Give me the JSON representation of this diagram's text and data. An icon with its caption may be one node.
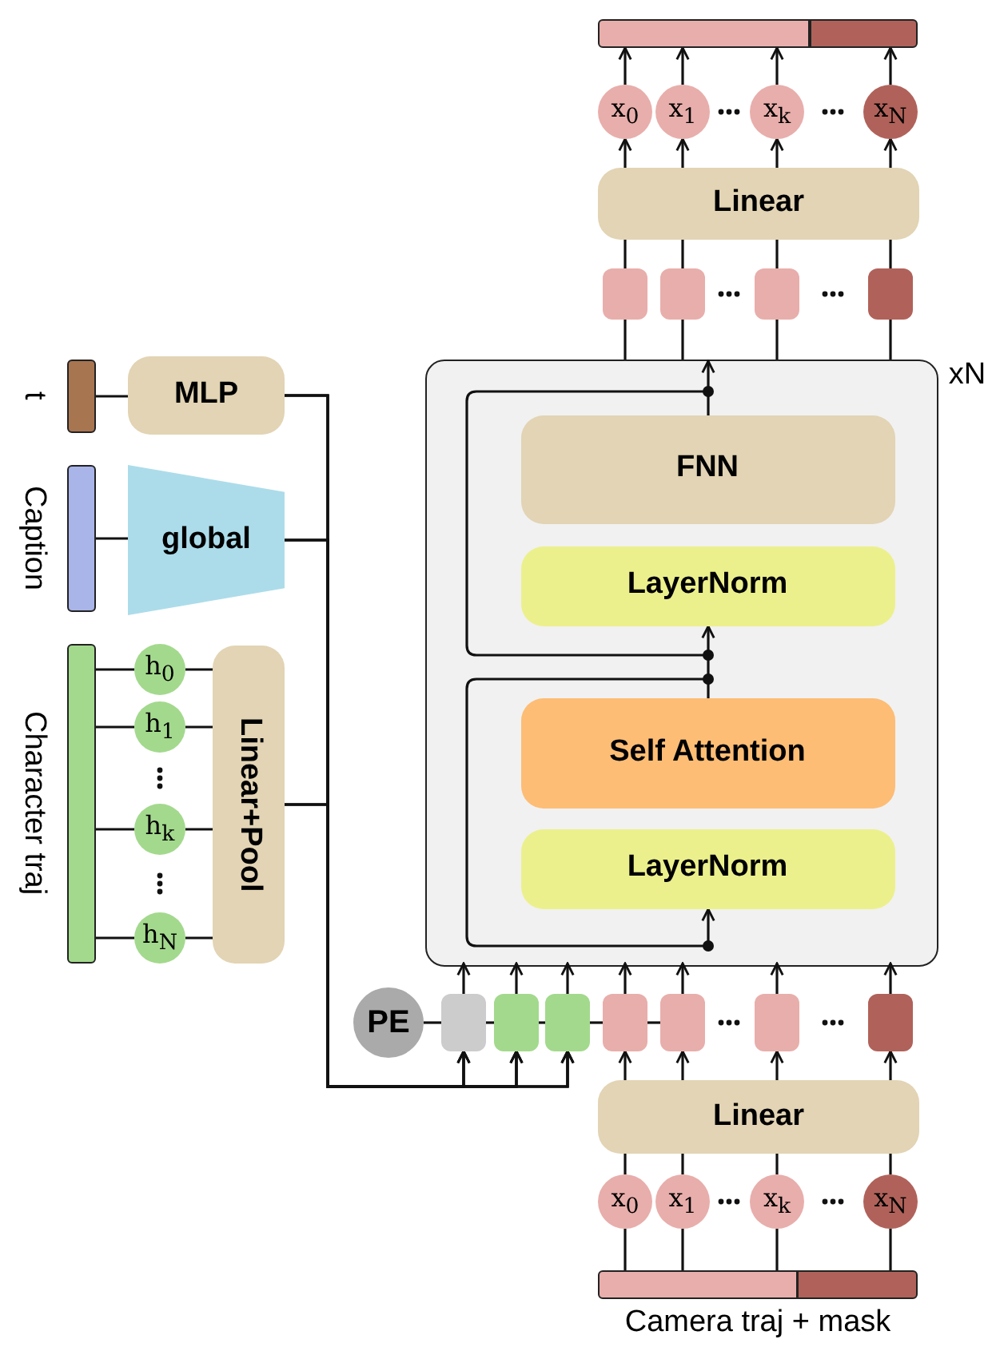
{
  "diagram": {
    "nodes": [
      {
        "text": [],
        "shape": "bar"
      },
      {
        "text": [
          "x$_{0}$"
        ]
      },
      {
        "text": [
          "x$_{1}$"
        ]
      },
      {
        "text": [
          "x$_{k}$"
        ]
      },
      {
        "text": [
          "x$_{N}$"
        ]
      },
      {
        "text": [
          "Linear"
        ]
      },
      {
        "text": [],
        "shape": "box"
      },
      {
        "text": [],
        "shape": "box"
      },
      {
        "text": [],
        "shape": "box"
      },
      {
        "text": [],
        "shape": "box"
      },
      {
        "text": [],
        "shape": "bar",
        "beside": [
          "t"
        ]
      },
      {
        "text": [
          "MLP"
        ]
      },
      {
        "text": [],
        "shape": "bar",
        "beside": [
          "Caption"
        ]
      },
      {
        "text": [
          "global"
        ]
      },
      {
        "text": [],
        "shape": "bar",
        "beside": [
          "Character traj"
        ]
      },
      {
        "text": [
          "h$_{0}$"
        ]
      },
      {
        "text": [
          "h$_{1}$"
        ]
      },
      {
        "text": [
          "h$_{k}$"
        ]
      },
      {
        "text": [
          "h$_{N}$"
        ]
      },
      {
        "text": [
          "Linear+Pool"
        ]
      },
      {
        "text": [],
        "shape": "box",
        "beside": [
          "xN"
        ]
      },
      {
        "text": [
          "FNN"
        ],
        "in": 20
      },
      {
        "text": [
          "LayerNorm"
        ],
        "in": 20
      },
      {
        "text": [
          "Self Attention"
        ],
        "in": 20
      },
      {
        "text": [
          "LayerNorm"
        ],
        "in": 20
      },
      {
        "text": [
          "PE"
        ]
      },
      {
        "text": [],
        "shape": "box"
      },
      {
        "text": [],
        "shape": "box"
      },
      {
        "text": [],
        "shape": "box"
      },
      {
        "text": [],
        "shape": "box"
      },
      {
        "text": [],
        "shape": "box"
      },
      {
        "text": [],
        "shape": "box"
      },
      {
        "text": [],
        "shape": "box"
      },
      {
        "text": [
          "Linear"
        ]
      },
      {
        "text": [
          "x$_{0}$"
        ]
      },
      {
        "text": [
          "x$_{1}$"
        ]
      },
      {
        "text": [
          "x$_{k}$"
        ]
      },
      {
        "text": [
          "x$_{N}$"
        ]
      },
      {
        "text": [],
        "shape": "bar",
        "beside": [
          "Camera traj + mask"
        ]
      }
    ],
    "edges": [
      {
        "from": 20,
        "to": 6,
        "arrow": "none"
      },
      {
        "from": 20,
        "to": 7,
        "arrow": "none"
      },
      {
        "from": 20,
        "to": 8,
        "arrow": "none"
      },
      {
        "from": 20,
        "to": 9,
        "arrow": "none"
      },
      {
        "from": 6,
        "to": 5,
        "arrow": "none"
      },
      {
        "from": 7,
        "to": 5,
        "arrow": "none"
      },
      {
        "from": 8,
        "to": 5,
        "arrow": "none"
      },
      {
        "from": 9,
        "to": 5,
        "arrow": "none"
      },
      {
        "from": 5,
        "to": 1,
        "arrow": "to"
      },
      {
        "from": 5,
        "to": 2,
        "arrow": "to"
      },
      {
        "from": 5,
        "to": 3,
        "arrow": "to"
      },
      {
        "from": 5,
        "to": 4,
        "arrow": "to"
      },
      {
        "from": 1,
        "to": 0,
        "arrow": "to"
      },
      {
        "from": 2,
        "to": 0,
        "arrow": "to"
      },
      {
        "from": 3,
        "to": 0,
        "arrow": "to"
      },
      {
        "from": 4,
        "to": 0,
        "arrow": "to"
      },
      {
        "from": 10,
        "to": 11,
        "arrow": "none"
      },
      {
        "from": 12,
        "to": 13,
        "arrow": "none"
      },
      {
        "from": 14,
        "to": 15,
        "arrow": "none"
      },
      {
        "from": 14,
        "to": 16,
        "arrow": "none"
      },
      {
        "from": 14,
        "to": 17,
        "arrow": "none"
      },
      {
        "from": 14,
        "to": 18,
        "arrow": "none"
      },
      {
        "from": 15,
        "to": 19,
        "arrow": "none"
      },
      {
        "from": 16,
        "to": 19,
        "arrow": "none"
      },
      {
        "from": 17,
        "to": 19,
        "arrow": "none"
      },
      {
        "from": 18,
        "to": 19,
        "arrow": "none"
      },
      {
        "from": 11,
        "to": 26,
        "arrow": "to"
      },
      {
        "from": 11,
        "to": 27,
        "arrow": "to"
      },
      {
        "from": 11,
        "to": 28,
        "arrow": "to"
      },
      {
        "from": 13,
        "to": 26,
        "arrow": "to"
      },
      {
        "from": 13,
        "to": 27,
        "arrow": "to"
      },
      {
        "from": 13,
        "to": 28,
        "arrow": "to"
      },
      {
        "from": 19,
        "to": 26,
        "arrow": "to"
      },
      {
        "from": 19,
        "to": 27,
        "arrow": "to"
      },
      {
        "from": 19,
        "to": 28,
        "arrow": "to"
      },
      {
        "from": 25,
        "to": 26,
        "arrow": "none"
      },
      {
        "from": 26,
        "to": 27,
        "arrow": "none"
      },
      {
        "from": 27,
        "to": 28,
        "arrow": "none"
      },
      {
        "from": 28,
        "to": 29,
        "arrow": "none"
      },
      {
        "from": 29,
        "to": 30,
        "arrow": "none"
      },
      {
        "from": 26,
        "to": 20,
        "arrow": "to"
      },
      {
        "from": 27,
        "to": 20,
        "arrow": "to"
      },
      {
        "from": 28,
        "to": 20,
        "arrow": "to"
      },
      {
        "from": 29,
        "to": 20,
        "arrow": "to"
      },
      {
        "from": 30,
        "to": 20,
        "arrow": "to"
      },
      {
        "from": 31,
        "to": 20,
        "arrow": "to"
      },
      {
        "from": 32,
        "to": 20,
        "arrow": "to"
      },
      {
        "from": 33,
        "to": 29,
        "arrow": "to"
      },
      {
        "from": 33,
        "to": 30,
        "arrow": "to"
      },
      {
        "from": 33,
        "to": 31,
        "arrow": "to"
      },
      {
        "from": 33,
        "to": 32,
        "arrow": "to"
      },
      {
        "from": 34,
        "to": 33,
        "arrow": "none"
      },
      {
        "from": 35,
        "to": 33,
        "arrow": "none"
      },
      {
        "from": 36,
        "to": 33,
        "arrow": "none"
      },
      {
        "from": 37,
        "to": 33,
        "arrow": "none"
      },
      {
        "from": 38,
        "to": 34,
        "arrow": "none"
      },
      {
        "from": 38,
        "to": 35,
        "arrow": "none"
      },
      {
        "from": 38,
        "to": 36,
        "arrow": "none"
      },
      {
        "from": 38,
        "to": 37,
        "arrow": "none"
      },
      {
        "from": null,
        "to": 24,
        "arrow": "to"
      },
      {
        "from": 23,
        "to": 22,
        "arrow": "to"
      },
      {
        "from": 21,
        "to": null,
        "arrow": "to"
      }
    ]
  }
}
